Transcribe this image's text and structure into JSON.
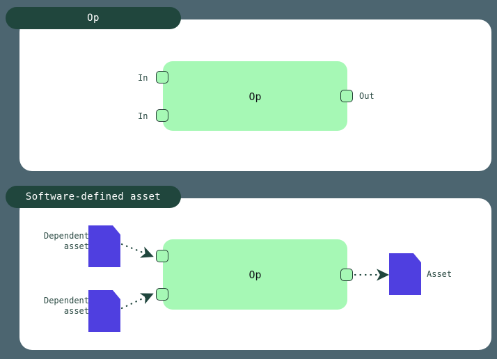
{
  "diagram": {
    "background_color": "#4c6570",
    "panel_color": "#ffffff",
    "badge_color": "#20463d",
    "op_color": "#a6f8b5",
    "asset_color": "#4f3fe0",
    "edge_color": "#20463d"
  },
  "panels": [
    {
      "id": "op",
      "badge_label": "Op",
      "op_label": "Op",
      "input_labels": [
        "In",
        "In"
      ],
      "output_labels": [
        "Out"
      ]
    },
    {
      "id": "software-defined-asset",
      "badge_label": "Software-defined asset",
      "op_label": "Op",
      "dependent_asset_label_line1": "Dependent",
      "dependent_asset_label_line2": "asset",
      "output_asset_label": "Asset"
    }
  ],
  "icons": {
    "asset": "document-icon",
    "port": "port-square-icon",
    "edge": "dotted-arrow-icon"
  }
}
